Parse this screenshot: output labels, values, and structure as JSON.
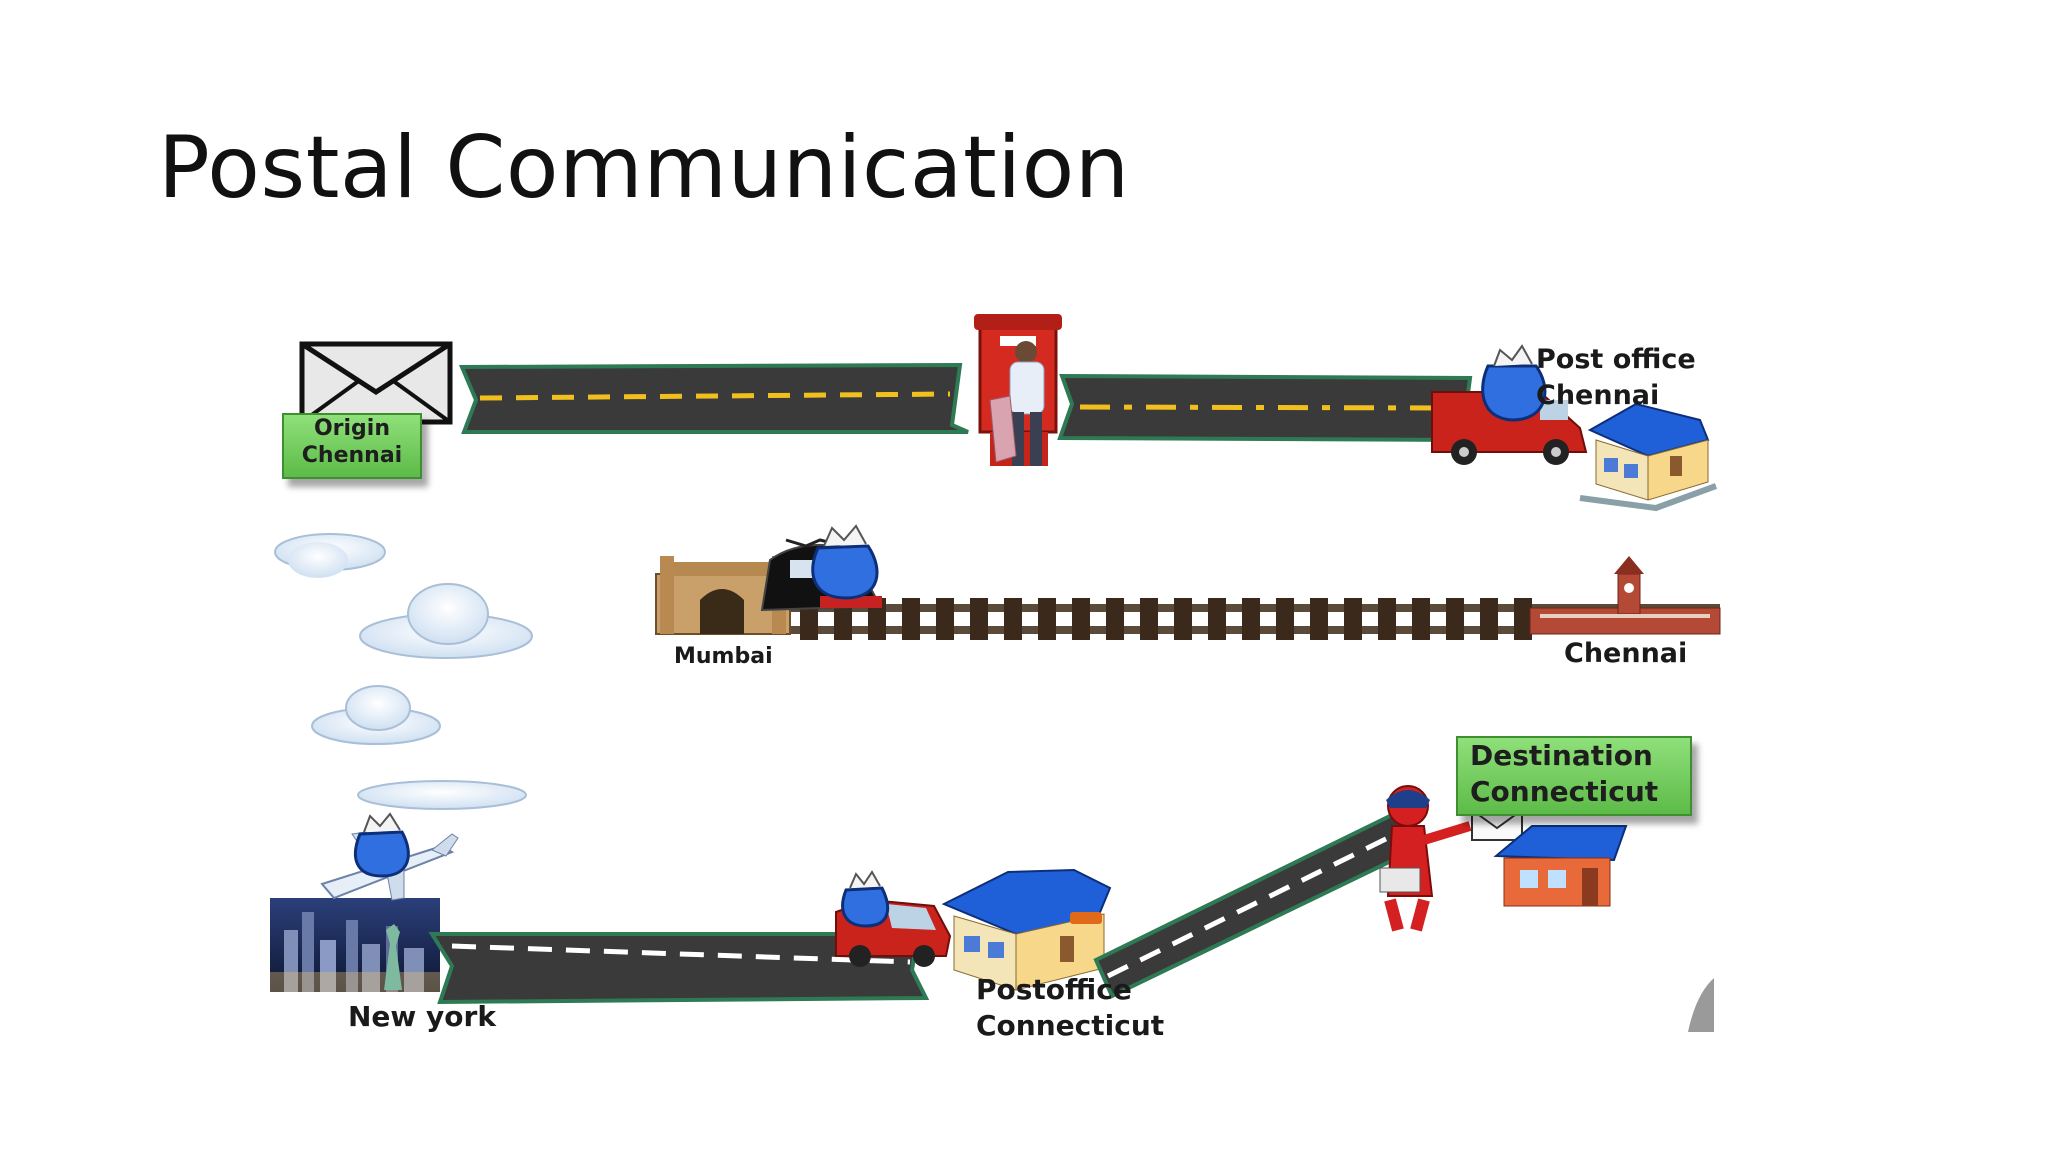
{
  "title": "Postal Communication",
  "labels": {
    "origin_line1": "Origin",
    "origin_line2": "Chennai",
    "postoffice_chennai_line1": "Post office",
    "postoffice_chennai_line2": "Chennai",
    "mumbai": "Mumbai",
    "chennai_station": "Chennai",
    "new_york": "New york",
    "postoffice_ct_line1": "Postoffice",
    "postoffice_ct_line2": "Connecticut",
    "destination_line1": "Destination",
    "destination_line2": "Connecticut"
  },
  "colors": {
    "road": "#3a3a3a",
    "road_edge": "#2d7a55",
    "yellow_dash": "#f2c01e",
    "white_dash": "#ffffff",
    "green_box": "#6cc957",
    "mail_bag": "#2f6fe0",
    "house_roof": "#1f5fd8",
    "post_box": "#d42a1f",
    "van": "#c9231c"
  }
}
